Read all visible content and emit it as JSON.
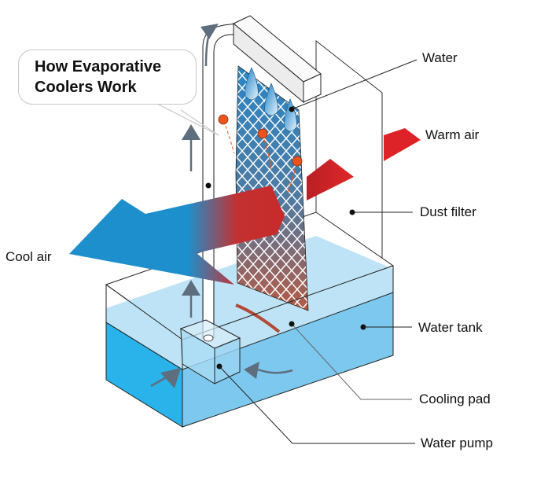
{
  "title": {
    "line1": "How Evaporative",
    "line2": "Coolers Work"
  },
  "labels": {
    "water": "Water",
    "warm_air": "Warm air",
    "dust_filter": "Dust filter",
    "cool_air": "Cool air",
    "water_tank": "Water tank",
    "cooling_pad": "Cooling pad",
    "water_pump": "Water pump"
  },
  "colors": {
    "warm_air": "#d42a2a",
    "cool_air": "#1e8fcd",
    "water_light": "#bfe3f6",
    "water_deep": "#7cc8ef",
    "water_side": "#29b3ea",
    "pad_top": "#2a86c5",
    "pad_bottom": "#b65a44",
    "flow_arrow": "#5f6e7e",
    "droplet": "#e8541c"
  }
}
